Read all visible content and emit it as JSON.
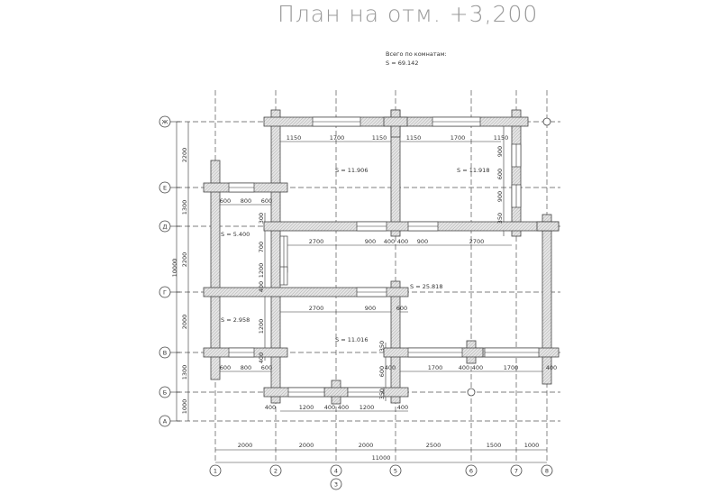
{
  "title": "План на отм. +3,200",
  "summary": {
    "label": "Всего по комнатам:",
    "value": "S    =   69.142"
  },
  "rooms": [
    "S   =   11.906",
    "S   =   11.918",
    "S   =   5.400",
    "S   =   25.818",
    "S   =   2.958",
    "S   =   11.016"
  ],
  "axes_letters": [
    "Ж",
    "Е",
    "Д",
    "Г",
    "В",
    "Б",
    "А"
  ],
  "axes_numbers": [
    "1",
    "2",
    "4",
    "5",
    "6",
    "7",
    "8",
    "3"
  ],
  "dims": {
    "top": [
      "1150",
      "1700",
      "1150",
      "1150",
      "1700",
      "1150"
    ],
    "e_row": [
      "600",
      "800",
      "600"
    ],
    "d_row": [
      "2700",
      "900",
      "400",
      "400",
      "900",
      "2700"
    ],
    "axis7_vertical": [
      "900",
      "600",
      "900",
      "350"
    ],
    "axis2_vertical": [
      "300",
      "700",
      "1200",
      "400",
      "1200",
      "400"
    ],
    "g_row": [
      "2700",
      "900",
      "600"
    ],
    "v_row": [
      "600",
      "800",
      "600",
      "400",
      "1700",
      "400",
      "400",
      "1700",
      "400"
    ],
    "axis5_vertical": [
      "350",
      "600",
      "350"
    ],
    "b_row": [
      "400",
      "1200",
      "400",
      "400",
      "1200",
      "400"
    ],
    "left": [
      "2200",
      "1300",
      "2200",
      "2000",
      "1300",
      "1000"
    ],
    "left_total": "10000",
    "bottom": [
      "2000",
      "2000",
      "2000",
      "2500",
      "1500",
      "1000"
    ],
    "bottom_total": "11000"
  },
  "colors": {
    "lines": "#333333",
    "hatch_bg": "#e6e6e6",
    "title": "#999999"
  }
}
